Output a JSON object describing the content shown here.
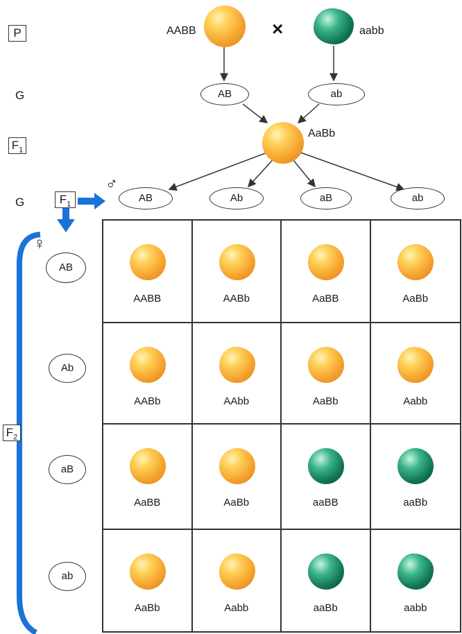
{
  "rows": {
    "p": "P",
    "g1": "G",
    "f1": "F",
    "f1_sub": "1",
    "g2": "G",
    "f2": "F",
    "f2_sub": "2"
  },
  "parents": {
    "left_genotype": "AABB",
    "right_genotype": "aabb",
    "cross_symbol": "×"
  },
  "gametes_p": [
    "AB",
    "ab"
  ],
  "f1_genotype": "AaBb",
  "male_symbol": "♂",
  "female_symbol": "♀",
  "f1_tag": "F",
  "f1_tag_sub": "1",
  "male_gametes": [
    "AB",
    "Ab",
    "aB",
    "ab"
  ],
  "female_gametes": [
    "AB",
    "Ab",
    "aB",
    "ab"
  ],
  "punnett": [
    [
      {
        "g": "AABB",
        "p": "yellow-round"
      },
      {
        "g": "AABb",
        "p": "yellow-round"
      },
      {
        "g": "AaBB",
        "p": "yellow-round"
      },
      {
        "g": "AaBb",
        "p": "yellow-round"
      }
    ],
    [
      {
        "g": "AABb",
        "p": "yellow-round"
      },
      {
        "g": "AAbb",
        "p": "yellow-wrinkled"
      },
      {
        "g": "AaBb",
        "p": "yellow-round"
      },
      {
        "g": "Aabb",
        "p": "yellow-wrinkled"
      }
    ],
    [
      {
        "g": "AaBB",
        "p": "yellow-round"
      },
      {
        "g": "AaBb",
        "p": "yellow-round"
      },
      {
        "g": "aaBB",
        "p": "green-round"
      },
      {
        "g": "aaBb",
        "p": "green-round"
      }
    ],
    [
      {
        "g": "AaBb",
        "p": "yellow-round"
      },
      {
        "g": "Aabb",
        "p": "yellow-wrinkled"
      },
      {
        "g": "aaBb",
        "p": "green-round"
      },
      {
        "g": "aabb",
        "p": "green-wrinkled"
      }
    ]
  ],
  "colors": {
    "arrow_blue": "#1a73d9",
    "line": "#333333"
  }
}
